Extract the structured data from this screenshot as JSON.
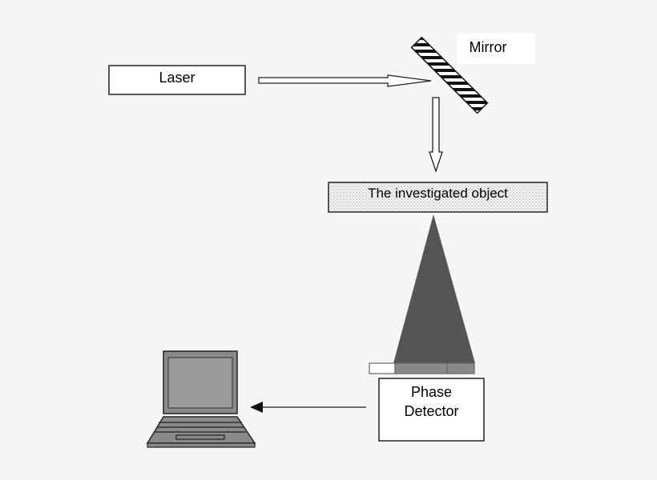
{
  "diagram": {
    "laser_label": "Laser",
    "mirror_label": "Mirror",
    "object_label": "The investigated object",
    "detector_label_line1": "Phase",
    "detector_label_line2": "Detector"
  },
  "icons": {
    "laptop": "laptop-icon",
    "mirror": "mirror-icon"
  },
  "colors": {
    "background": "#f5f5f5",
    "beam_cone": "#555555",
    "laptop_body": "#8a8a8a",
    "laptop_screen": "#9a9a9a"
  }
}
